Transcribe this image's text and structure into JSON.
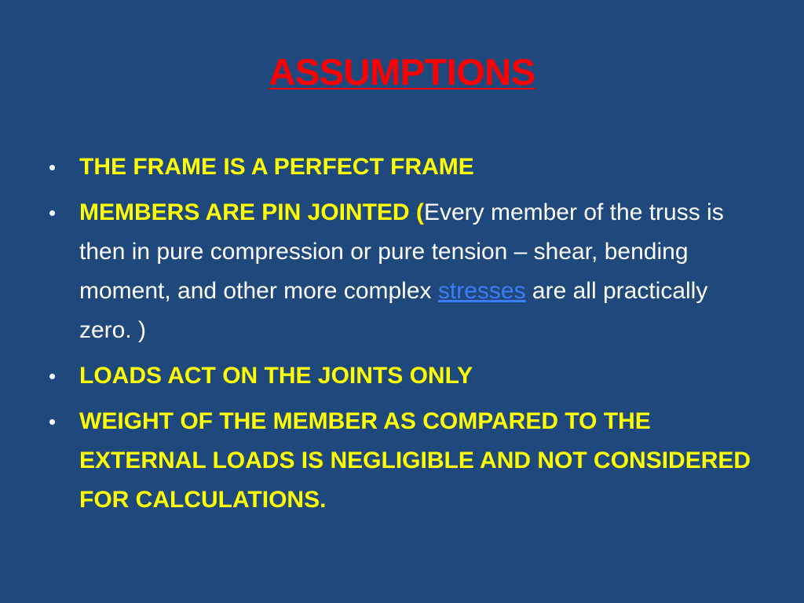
{
  "slide": {
    "title": "ASSUMPTIONS",
    "bullet_glyph": "•",
    "bullets": [
      {
        "bold": "THE FRAME IS A PERFECT FRAME"
      },
      {
        "bold": "MEMBERS ARE PIN  JOINTED (",
        "text_before_link": "Every member of the truss is then in pure compression or pure tension – shear, bending moment, and other more complex ",
        "link": "stresses",
        "text_after_link": " are all practically zero. )"
      },
      {
        "bold": "LOADS ACT ON THE JOINTS ONLY"
      },
      {
        "bold": "WEIGHT OF THE MEMBER  AS COMPARED TO THE EXTERNAL LOADS IS NEGLIGIBLE AND NOT CONSIDERED FOR CALCULATIONS."
      }
    ]
  },
  "colors": {
    "background": "#1f497d",
    "title": "#ff0000",
    "bold_text": "#ffff00",
    "body_text": "#ffffff",
    "link": "#3d7cf6"
  }
}
